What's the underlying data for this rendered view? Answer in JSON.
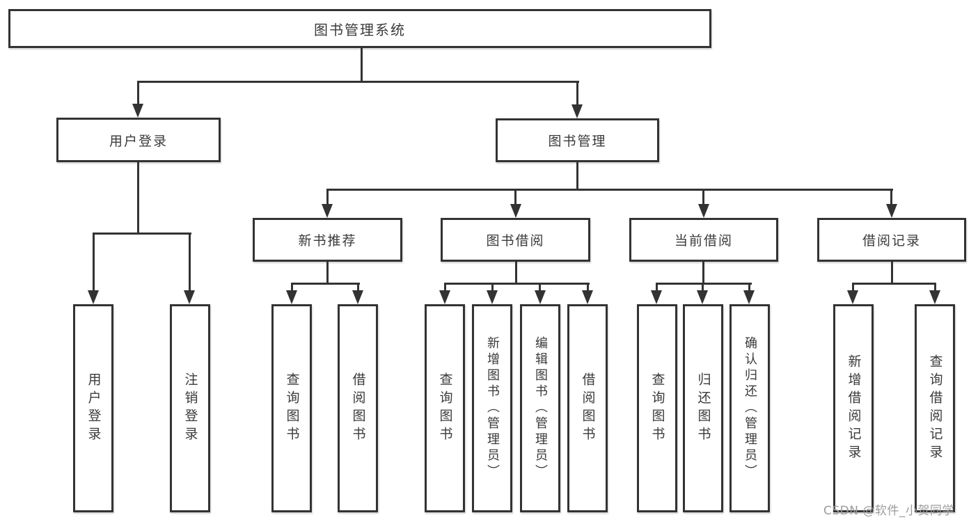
{
  "tree": {
    "root": "图书管理系统",
    "branches": [
      {
        "label": "用户登录",
        "leaves": [
          "用户登录",
          "注销登录"
        ]
      },
      {
        "label": "图书管理",
        "sections": [
          {
            "label": "新书推荐",
            "leaves": [
              "查询图书",
              "借阅图书"
            ]
          },
          {
            "label": "图书借阅",
            "leaves": [
              "查询图书",
              "新增图书（管理员）",
              "编辑图书（管理员）",
              "借阅图书"
            ]
          },
          {
            "label": "当前借阅",
            "leaves": [
              "查询图书",
              "归还图书",
              "确认归还（管理员）"
            ]
          },
          {
            "label": "借阅记录",
            "leaves": [
              "新增借阅记录",
              "查询借阅记录"
            ]
          }
        ]
      }
    ]
  },
  "watermark": "CSDN @软件_小贺同学",
  "colors": {
    "line": "#333333",
    "text": "#3a3a3a",
    "watermark": "#9c9c9c",
    "background": "#ffffff"
  }
}
